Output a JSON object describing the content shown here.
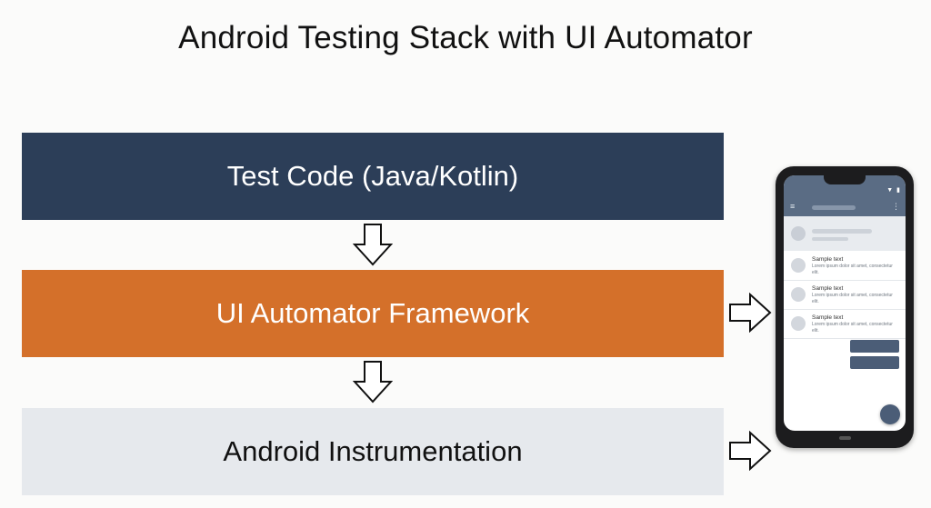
{
  "title": "Android Testing Stack with UI Automator",
  "layers": [
    {
      "label": "Test Code (Java/Kotlin)",
      "color": "#2c3e58"
    },
    {
      "label": "UI Automator Framework",
      "color": "#d4702a"
    },
    {
      "label": "Android Instrumentation",
      "color": "#e6e9ed"
    }
  ],
  "phone": {
    "list_items": [
      {
        "title": "Sample text",
        "body": "Lorem ipsum dolor sit amet, consectetur elit."
      },
      {
        "title": "Sample text",
        "body": "Lorem ipsum dolor sit amet, consectetur elit."
      },
      {
        "title": "Sample text",
        "body": "Lorem ipsum dolor sit amet, consectetur elit."
      }
    ],
    "icons": [
      "menu-icon",
      "more-vert-icon",
      "signal-icon",
      "battery-icon"
    ],
    "accent_color": "#4b5d77"
  }
}
